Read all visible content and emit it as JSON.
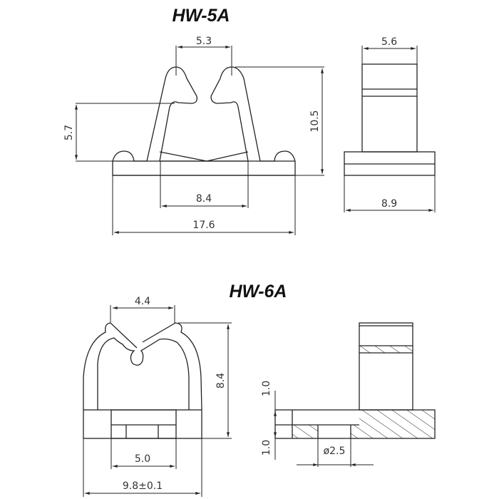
{
  "drawings": [
    {
      "title": "HW-5A",
      "dimensions": {
        "opening": "5.3",
        "height": "10.5",
        "inner_height": "5.7",
        "inner_width": "8.4",
        "base_width": "17.6",
        "side_top_width": "5.6",
        "side_base_width": "8.9"
      }
    },
    {
      "title": "HW-6A",
      "dimensions": {
        "opening": "4.4",
        "height": "8.4",
        "inner_width": "5.0",
        "base_width": "9.8±0.1",
        "thickness_top": "1.0",
        "thickness_bottom": "1.0",
        "hole_diameter": "ø2.5"
      }
    }
  ]
}
